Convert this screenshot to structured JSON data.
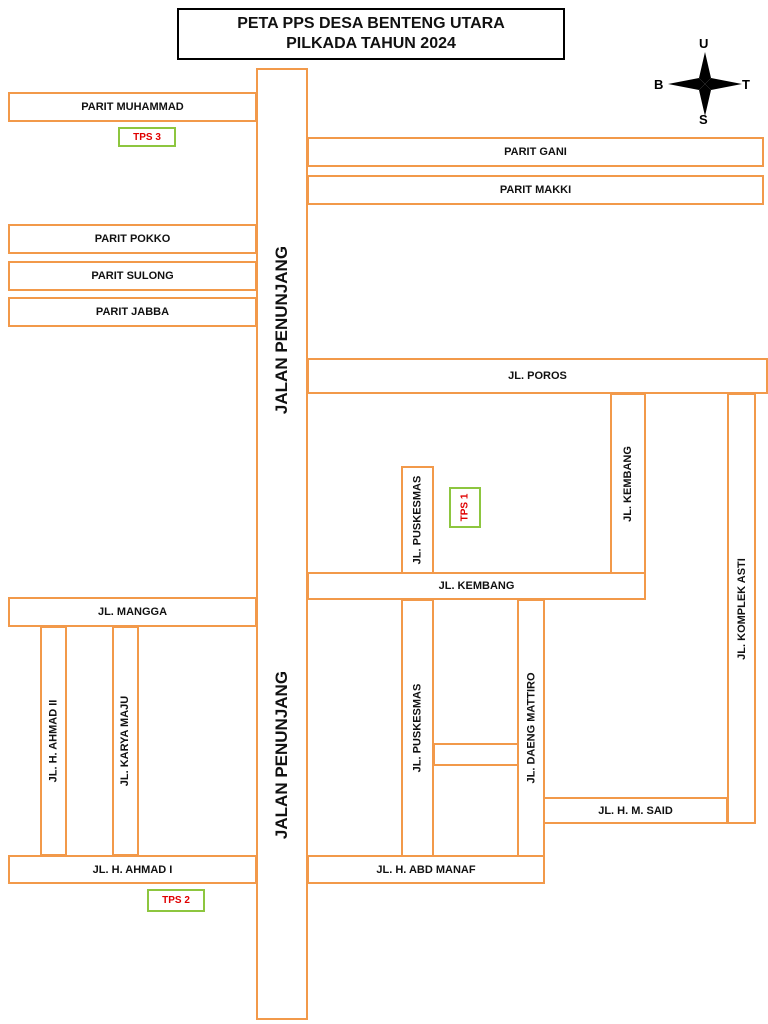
{
  "title": {
    "line1": "PETA PPS DESA BENTENG UTARA",
    "line2": "PILKADA TAHUN 2024"
  },
  "compass": {
    "north": "U",
    "south": "S",
    "west": "B",
    "east": "T"
  },
  "roads": {
    "jalan_penunjang_top": "JALAN PENUNJANG",
    "jalan_penunjang_bottom": "JALAN PENUNJANG",
    "parit_muhammad": "PARIT MUHAMMAD",
    "parit_gani": "PARIT GANI",
    "parit_makki": "PARIT MAKKI",
    "parit_pokko": "PARIT POKKO",
    "parit_sulong": "PARIT SULONG",
    "parit_jabba": "PARIT JABBA",
    "jl_poros": "JL. POROS",
    "jl_kembang_vertical": "JL. KEMBANG",
    "jl_komplek_asti": "JL. KOMPLEK ASTI",
    "jl_puskesmas_top": "JL. PUSKESMAS",
    "jl_kembang_horizontal": "JL. KEMBANG",
    "jl_mangga": "JL. MANGGA",
    "jl_h_ahmad_ii": "JL. H. AHMAD II",
    "jl_karya_maju": "JL. KARYA MAJU",
    "jl_puskesmas_bottom": "JL. PUSKESMAS",
    "jl_daeng_mattiro": "JL. DAENG MATTIRO",
    "jl_h_m_said": "JL. H. M. SAID",
    "jl_h_ahmad_i": "JL. H. AHMAD I",
    "jl_h_abd_manaf": "JL. H. ABD MANAF"
  },
  "tps": {
    "tps1": "TPS 1",
    "tps2": "TPS 2",
    "tps3": "TPS 3"
  },
  "colors": {
    "road_outline": "#f2994a",
    "tps_outline": "#8dc63f",
    "tps_text": "#e00000"
  }
}
